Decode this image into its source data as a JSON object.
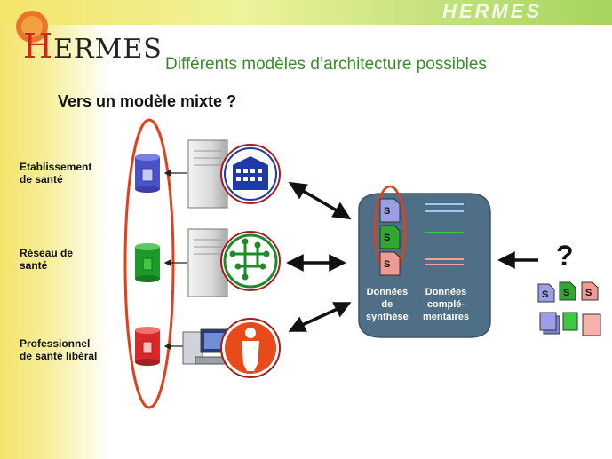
{
  "header": {
    "brand": "HERMES",
    "logo_text_first": "H",
    "logo_text_rest": "ERMES"
  },
  "title": "Différents modèles d’architecture possibles",
  "subtitle": "Vers un modèle mixte ?",
  "sources": [
    {
      "label_line1": "Etablissement",
      "label_line2": "de santé",
      "icon": "building-icon",
      "db_color": "#4a52c8"
    },
    {
      "label_line1": "Réseau de",
      "label_line2": "santé",
      "icon": "network-icon",
      "db_color": "#1f9a2a"
    },
    {
      "label_line1": "Professionnel",
      "label_line2": "de santé libéral",
      "icon": "person-icon",
      "db_color": "#d9282a"
    }
  ],
  "hub": {
    "synthesis_line1": "Données",
    "synthesis_line2": "de",
    "synthesis_line3": "synthèse",
    "complementary_line1": "Données",
    "complementary_line2": "complé-",
    "complementary_line3": "mentaires",
    "doc_letter": "S",
    "doc_colors": [
      "#9a9ee6",
      "#2ea82e",
      "#f09a94"
    ]
  },
  "question_mark": "?",
  "colors": {
    "title": "#3b8b2e",
    "hub": "#4e6f86",
    "highlight_oval": "#e0401a"
  }
}
